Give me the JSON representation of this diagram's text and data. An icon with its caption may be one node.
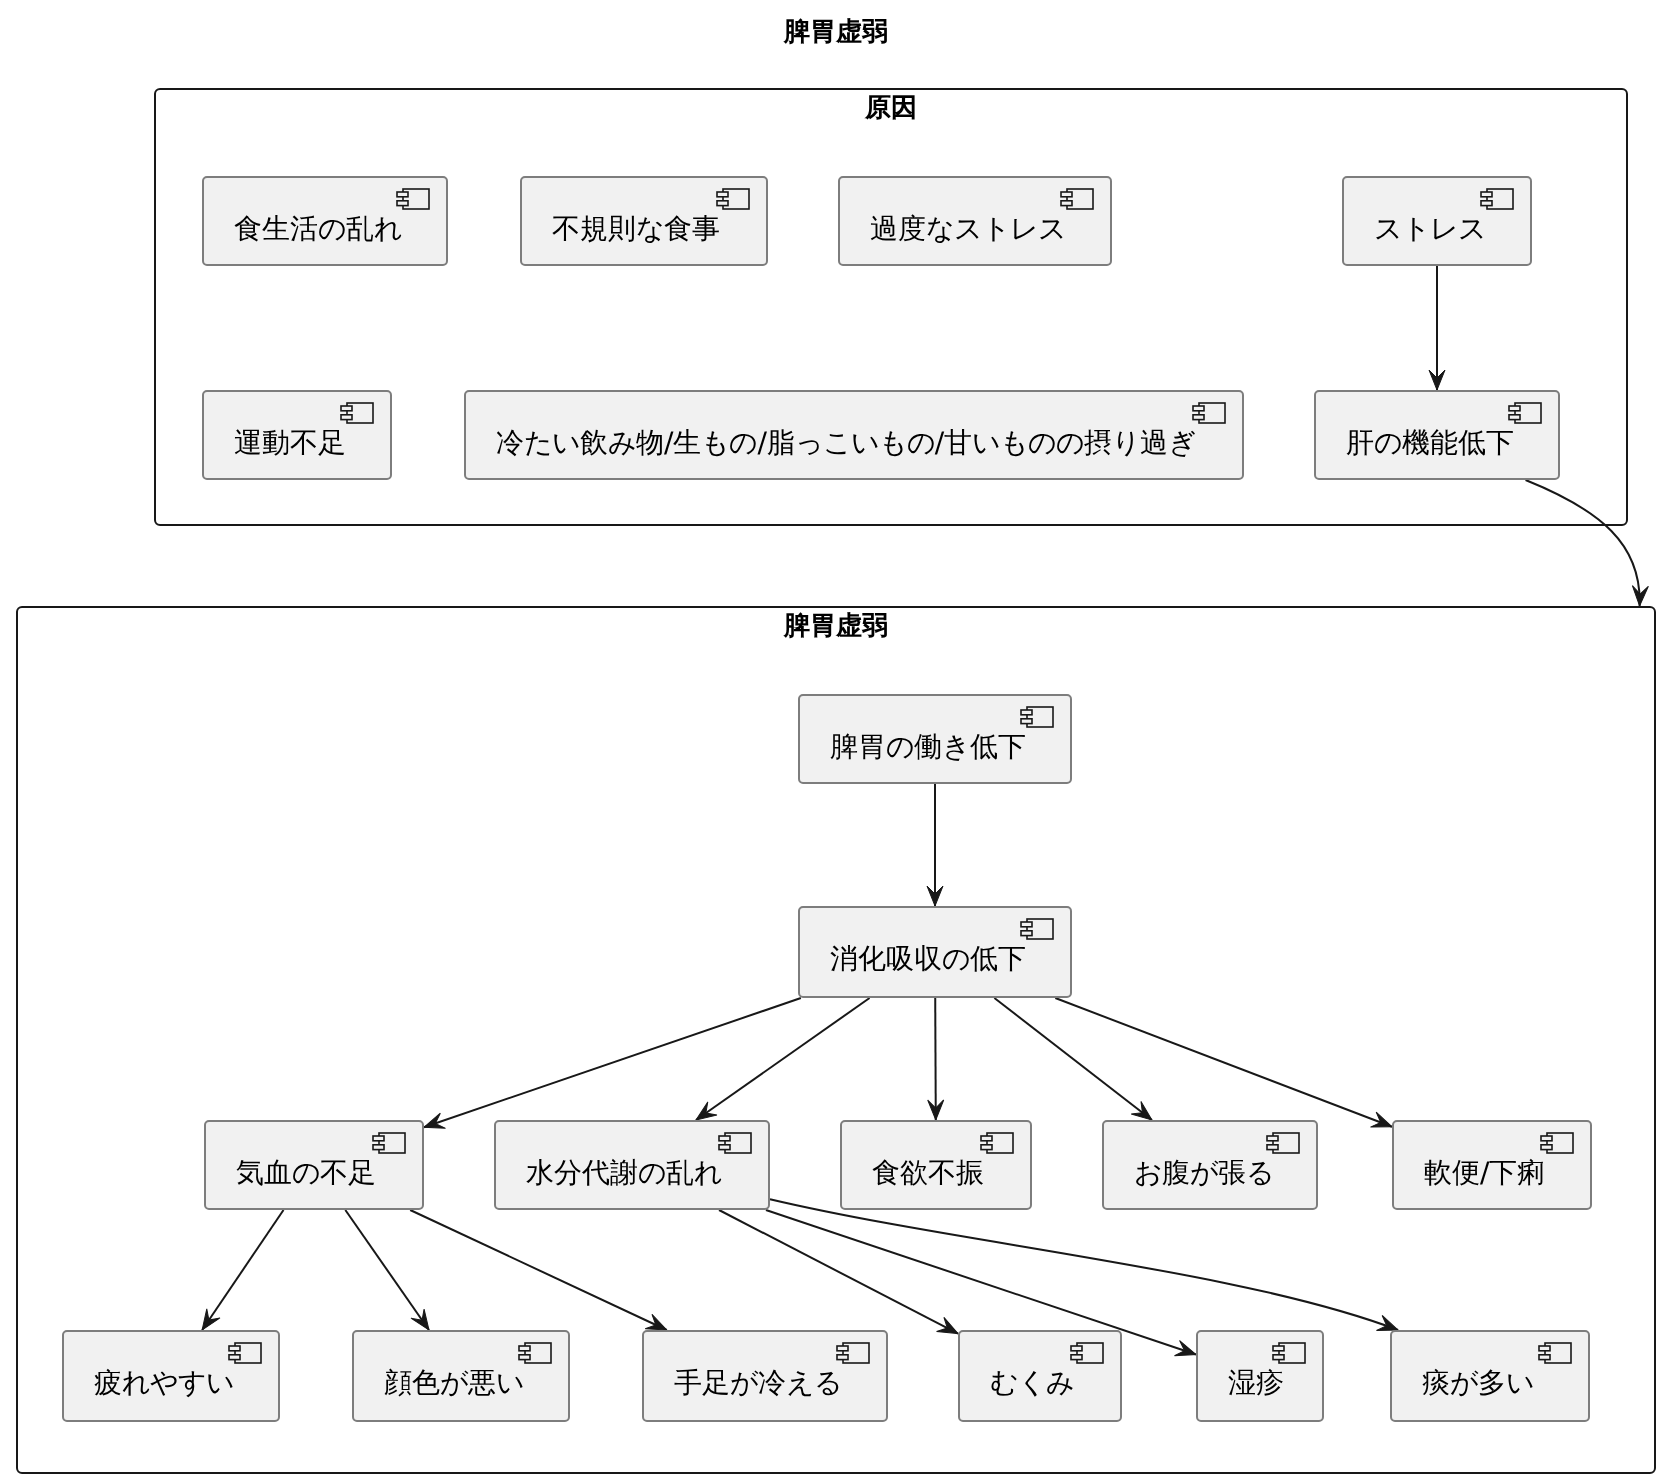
{
  "diagram": {
    "title": "脾胃虚弱",
    "nodes": [
      {
        "text": [
          "原因"
        ]
      },
      {
        "text": [
          "食生活の乱れ"
        ],
        "in": 0
      },
      {
        "text": [
          "不規則な食事"
        ],
        "in": 0
      },
      {
        "text": [
          "過度なストレス"
        ],
        "in": 0
      },
      {
        "text": [
          "ストレス"
        ],
        "in": 0
      },
      {
        "text": [
          "運動不足"
        ],
        "in": 0
      },
      {
        "text": [
          "冷たい飲み物/生もの/脂っこいもの/甘いものの摂り過ぎ"
        ],
        "in": 0
      },
      {
        "text": [
          "肝の機能低下"
        ],
        "in": 0
      },
      {
        "text": [
          "脾胃虚弱"
        ]
      },
      {
        "text": [
          "脾胃の働き低下"
        ],
        "in": 8
      },
      {
        "text": [
          "消化吸収の低下"
        ],
        "in": 8
      },
      {
        "text": [
          "気血の不足"
        ],
        "in": 8
      },
      {
        "text": [
          "水分代謝の乱れ"
        ],
        "in": 8
      },
      {
        "text": [
          "食欲不振"
        ],
        "in": 8
      },
      {
        "text": [
          "お腹が張る"
        ],
        "in": 8
      },
      {
        "text": [
          "軟便/下痢"
        ],
        "in": 8
      },
      {
        "text": [
          "疲れやすい"
        ],
        "in": 8
      },
      {
        "text": [
          "顔色が悪い"
        ],
        "in": 8
      },
      {
        "text": [
          "手足が冷える"
        ],
        "in": 8
      },
      {
        "text": [
          "むくみ"
        ],
        "in": 8
      },
      {
        "text": [
          "湿疹"
        ],
        "in": 8
      },
      {
        "text": [
          "痰が多い"
        ],
        "in": 8
      }
    ],
    "edges": [
      {
        "from": 4,
        "to": 7,
        "arrow": "to"
      },
      {
        "from": 7,
        "to": 8,
        "arrow": "to"
      },
      {
        "from": 9,
        "to": 10,
        "arrow": "to"
      },
      {
        "from": 10,
        "to": 11,
        "arrow": "to"
      },
      {
        "from": 10,
        "to": 12,
        "arrow": "to"
      },
      {
        "from": 10,
        "to": 13,
        "arrow": "to"
      },
      {
        "from": 10,
        "to": 14,
        "arrow": "to"
      },
      {
        "from": 10,
        "to": 15,
        "arrow": "to"
      },
      {
        "from": 11,
        "to": 16,
        "arrow": "to"
      },
      {
        "from": 11,
        "to": 17,
        "arrow": "to"
      },
      {
        "from": 11,
        "to": 18,
        "arrow": "to"
      },
      {
        "from": 12,
        "to": 19,
        "arrow": "to"
      },
      {
        "from": 12,
        "to": 20,
        "arrow": "to"
      },
      {
        "from": 12,
        "to": 21,
        "arrow": "to"
      }
    ]
  }
}
